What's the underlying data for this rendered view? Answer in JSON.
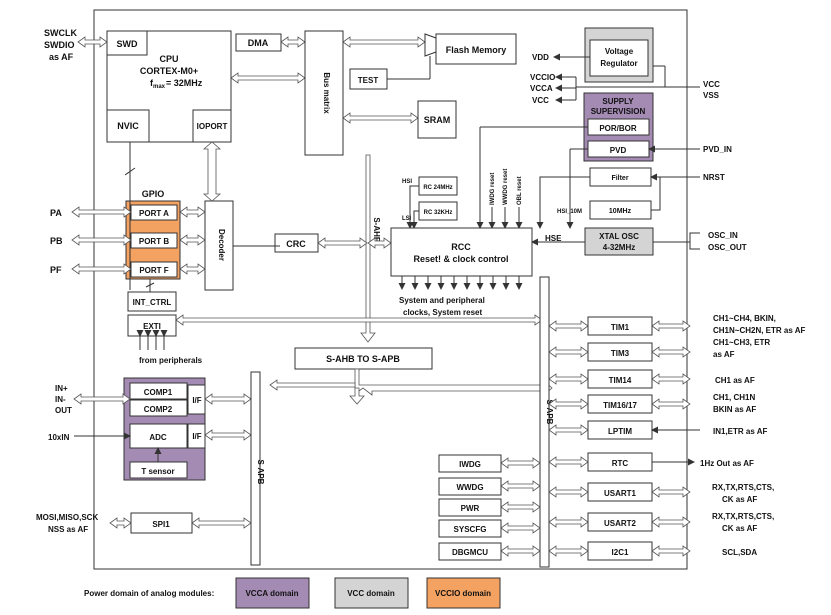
{
  "cpu": {
    "swd": "SWD",
    "title": "CPU",
    "core": "CORTEX-M0+",
    "fmax": "f",
    "fmax_sub": "max",
    "fmax_val": "= 32MHz",
    "nvic": "NVIC",
    "ioport": "IOPORT"
  },
  "dma": "DMA",
  "bus_matrix": "Bus matrix",
  "test": "TEST",
  "flash": "Flash Memory",
  "sram": "SRAM",
  "s_ahb": "S-AHB",
  "ahb_to_apb": "S-AHB TO S-APB",
  "s_apb": "S-APB",
  "crc": "CRC",
  "gpio": {
    "title": "GPIO",
    "ports": [
      "PORT A",
      "PORT B",
      "PORT F"
    ],
    "decoder": "Decoder"
  },
  "int_ctrl": "INT_CTRL",
  "exti": "EXTI",
  "from_peripherals": "from peripherals",
  "left_signals": {
    "swclk": "SWCLK",
    "swdio": "SWDIO",
    "as_af": "as AF",
    "pa": "PA",
    "pb": "PB",
    "pf": "PF",
    "in_plus": "IN+",
    "in_minus": "IN-",
    "out": "OUT",
    "ten_x_in": "10xIN",
    "spi_pins_1": "MOSI,MISO,SCK",
    "spi_pins_2": "NSS as AF"
  },
  "analog": {
    "comp1": "COMP1",
    "comp2": "COMP2",
    "adc": "ADC",
    "tsensor": "T sensor",
    "if": "I/F"
  },
  "spi1": "SPI1",
  "power": {
    "vdd": "VDD",
    "vreg_1": "Voltage",
    "vreg_2": "Regulator",
    "vccio": "VCCIO",
    "vcca": "VCCA",
    "vcc": "VCC",
    "vcc_r": "VCC",
    "vss": "VSS",
    "supply_1": "SUPPLY",
    "supply_2": "SUPERVISION",
    "por": "POR/BOR",
    "pvd": "PVD",
    "pvd_in": "PVD_IN"
  },
  "clock": {
    "hsi": "HSI",
    "lsi": "LSI",
    "rc24": "RC 24MHz",
    "rc32": "RC 32KHz",
    "iwdg_reset": "IWDG reset",
    "wwdg_reset": "WWDG reset",
    "obl_reset": "OBL reset",
    "filter": "Filter",
    "nrst": "NRST",
    "ten_mhz": "10MHz",
    "hsi_10m": "HSI_10M",
    "hse": "HSE",
    "xtal_1": "XTAL OSC",
    "xtal_2": "4-32MHz",
    "osc_in": "OSC_IN",
    "osc_out": "OSC_OUT",
    "rcc_1": "RCC",
    "rcc_2": "Reset! & clock control",
    "sys_1": "System and peripheral",
    "sys_2": "clocks, System reset"
  },
  "peripherals": {
    "tim1": "TIM1",
    "tim3": "TIM3",
    "tim14": "TIM14",
    "tim1617": "TIM16/17",
    "lptim": "LPTIM",
    "rtc": "RTC",
    "usart1": "USART1",
    "usart2": "USART2",
    "i2c1": "I2C1",
    "iwdg": "IWDG",
    "wwdg": "WWDG",
    "pwr": "PWR",
    "syscfg": "SYSCFG",
    "dbgmcu": "DBGMCU"
  },
  "right_signals": {
    "tim1_1": "CH1~CH4, BKIN,",
    "tim1_2": "CH1N~CH2N, ETR  as AF",
    "tim3_1": "CH1~CH3,  ETR",
    "tim3_2": "as AF",
    "tim14": "CH1 as AF",
    "tim1617_1": "CH1, CH1N",
    "tim1617_2": "BKIN as AF",
    "lptim": "IN1,ETR as AF",
    "rtc": "1Hz Out as AF",
    "usart1_1": "RX,TX,RTS,CTS,",
    "usart1_2": "CK as AF",
    "usart2_1": "RX,TX,RTS,CTS,",
    "usart2_2": "CK as AF",
    "i2c": "SCL,SDA"
  },
  "legend": {
    "label": "Power domain of analog modules:",
    "vcca": "VCCA domain",
    "vcc": "VCC domain",
    "vccio": "VCCIO domain"
  },
  "colors": {
    "vccio": "#f4a261",
    "vcca": "#a48bb4",
    "vcc": "#d4d4d4"
  }
}
